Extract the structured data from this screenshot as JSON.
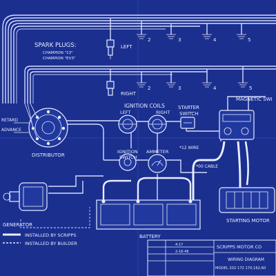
{
  "background_color": "#1b2f8f",
  "line_color": "#e8eeff",
  "spark_plugs": {
    "title": "SPARK PLUGS:",
    "line1": "CHAMPION \"13\"",
    "line2": "CHAMPION \"EV3\""
  },
  "plug_rows": {
    "left_label": "LEFT",
    "right_label": "RIGHT",
    "top_numbers": [
      "2",
      "3",
      "4",
      "5"
    ],
    "bottom_numbers": [
      "2",
      "3",
      "4",
      "5"
    ]
  },
  "distributor": {
    "label": "DISTRIBUTOR",
    "retard": "RETARD",
    "advance": "ADVANCE"
  },
  "ignition_coils": {
    "title": "IGNITION COILS",
    "left": "LEFT",
    "right": "RIGHT"
  },
  "starter_switch": {
    "line1": "STARTER",
    "line2": "SWITCH"
  },
  "magnetic_switch": "MAGNETIC SWI",
  "ignition_switch": {
    "line1": "IGNITION",
    "line2": "SWITCH"
  },
  "ammeter": "AMMETER",
  "wire_notes": {
    "wire12": "*12 WIRE",
    "cable00": "*00 CABLE"
  },
  "generator": "GENERATOR",
  "legend": {
    "line1": "INSTALLED BY SCRIPPS",
    "line2": "INSTALLED BY BUILDER"
  },
  "battery": "BATTERY",
  "starting_motor": "STARTING MOTOR",
  "title_block": {
    "company": "SCRIPPS MOTOR CO",
    "drawing": "WIRING DIAGRAM",
    "model": "MODEL 202 172 170,162,60",
    "rev1_date": "4-17",
    "rev2_date": "2-16-46"
  }
}
